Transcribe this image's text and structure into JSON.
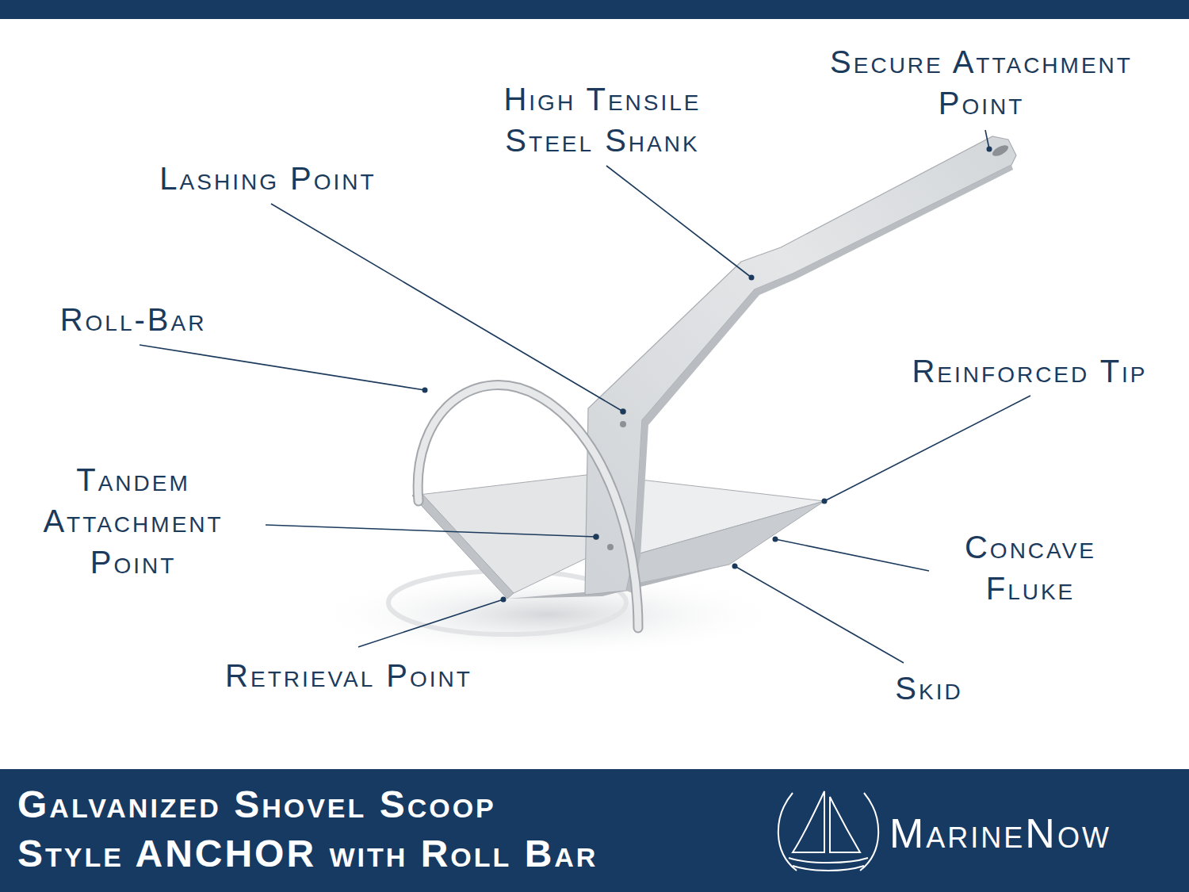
{
  "diagram": {
    "title": "Galvanized Shovel Scoop Style ANCHOR with Roll Bar",
    "labels": [
      "Secure Attachment Point",
      "High Tensile Steel Shank",
      "Lashing Point",
      "Roll-Bar",
      "Reinforced Tip",
      "Tandem Attachment Point",
      "Concave Fluke",
      "Retrieval Point",
      "Skid",
      "MarineNow"
    ]
  }
}
